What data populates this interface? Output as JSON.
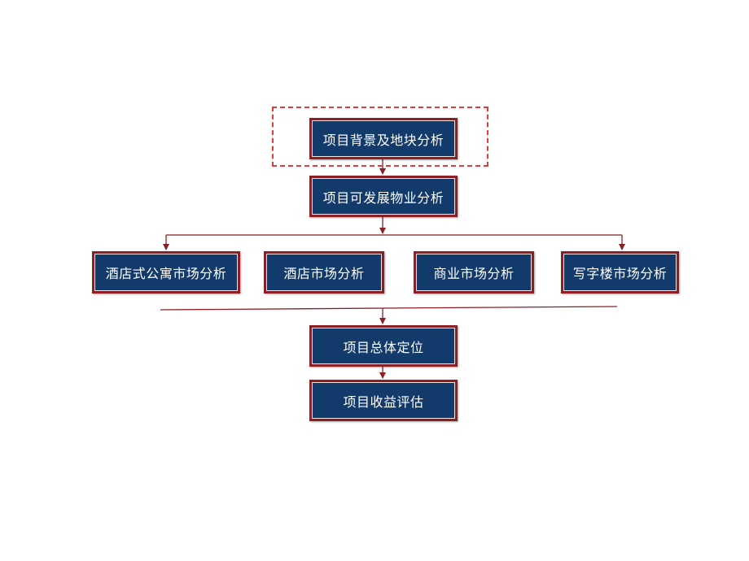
{
  "diagram": {
    "nodes": {
      "background_analysis": "项目背景及地块分析",
      "property_analysis": "项目可发展物业分析",
      "serviced_apartment": "酒店式公寓市场分析",
      "hotel": "酒店市场分析",
      "commercial": "商业市场分析",
      "office": "写字楼市场分析",
      "positioning": "项目总体定位",
      "revenue_evaluation": "项目收益评估"
    },
    "colors": {
      "node_fill": "#123a6b",
      "node_border": "#8b1f24",
      "connector": "#8b1f24",
      "highlight_frame": "#e03a3a"
    }
  }
}
